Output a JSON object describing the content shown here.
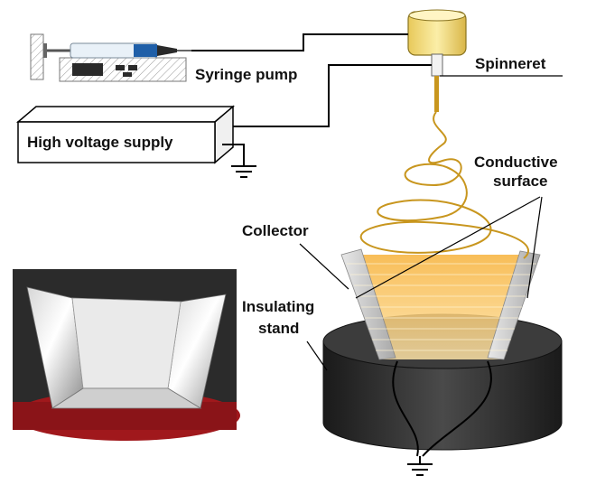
{
  "labels": {
    "syringe_pump": "Syringe pump",
    "spinneret": "Spinneret",
    "high_voltage_supply": "High voltage supply",
    "conductive_surface_line1": "Conductive",
    "conductive_surface_line2": "surface",
    "collector": "Collector",
    "insulating_stand_line1": "Insulating",
    "insulating_stand_line2": "stand"
  },
  "colors": {
    "fiber": "#c8961e",
    "collector_orange": "#f0a020",
    "spinneret_cap": "#f6e08a",
    "stand_dark": "#2e2e2e",
    "syringe_blue": "#1f5fa8",
    "photo_red": "#a0181c"
  }
}
